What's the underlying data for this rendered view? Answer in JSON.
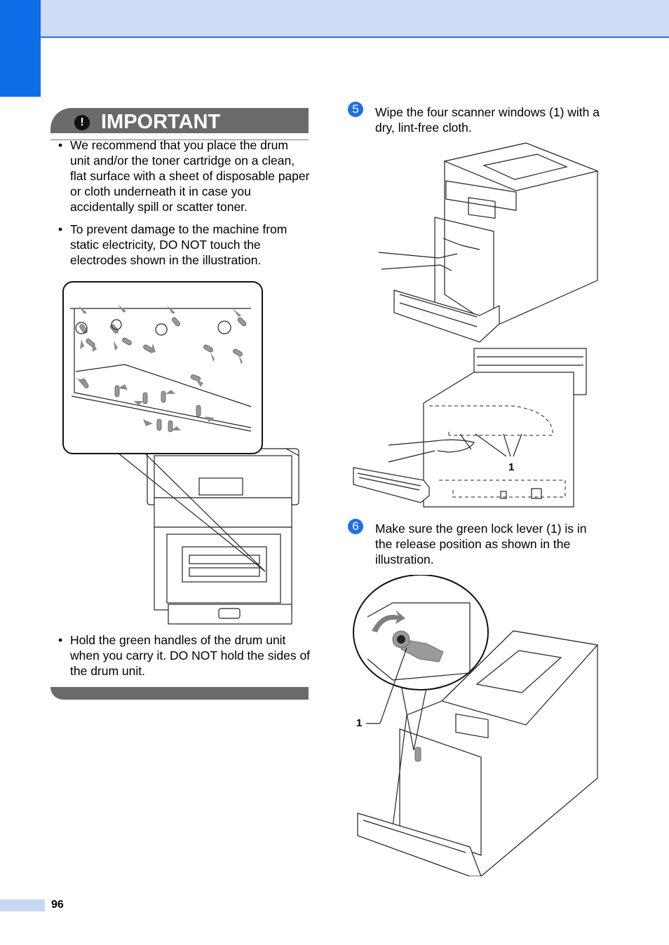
{
  "important": {
    "badge": "!",
    "title": "IMPORTANT",
    "bullets": [
      "We recommend that you place the drum unit and/or the toner cartridge on a clean, flat surface with a sheet of disposable paper or cloth underneath it in case you accidentally spill or scatter toner.",
      "To prevent damage to the machine from static electricity, DO NOT touch the electrodes shown in the illustration.",
      "Hold the green handles of the drum unit when you carry it. DO NOT hold the sides of the drum unit."
    ],
    "bullet_char": "•"
  },
  "steps": [
    {
      "number": "5",
      "text": "Wipe the four scanner windows (1) with a dry, lint-free cloth."
    },
    {
      "number": "6",
      "text": "Make sure the green lock lever (1) is in the release position as shown in the illustration."
    }
  ],
  "callouts": {
    "scanner_windows": "1",
    "lock_lever": "1"
  },
  "footer": {
    "page_number": "96"
  },
  "colors": {
    "accent": "#0e6ee8",
    "band": "#cfdcf6",
    "important_bar": "#6a6a6a"
  }
}
